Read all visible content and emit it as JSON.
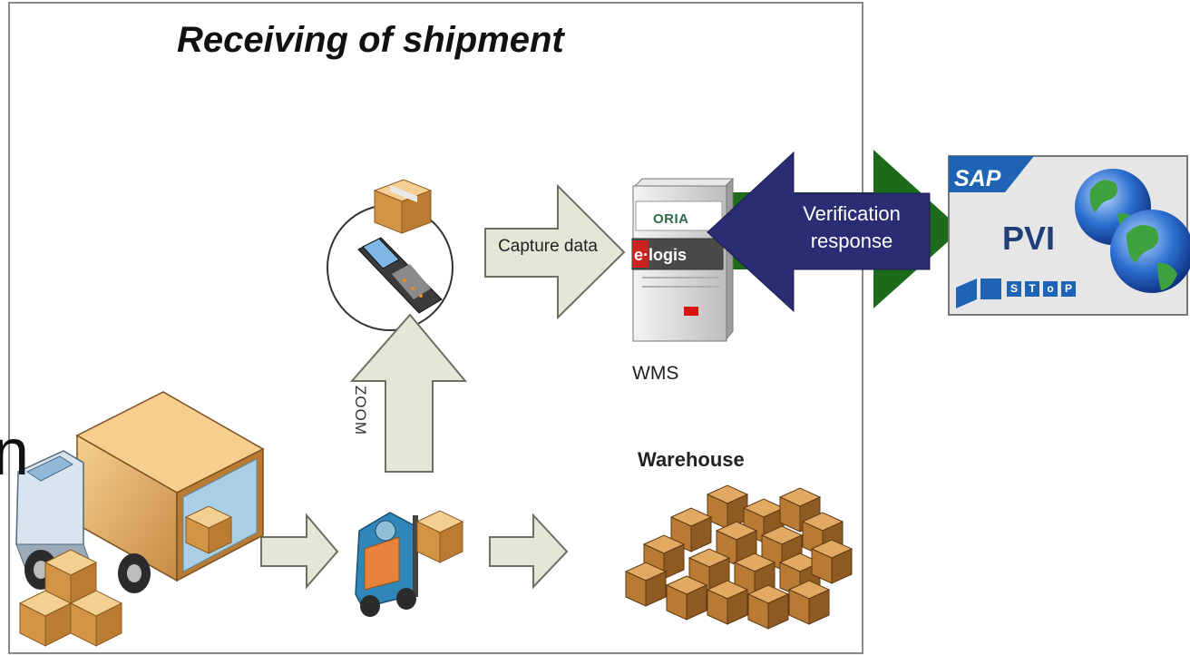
{
  "title": "Receiving of shipment",
  "partial_left_letter": "n",
  "labels": {
    "capture_data": "Capture data",
    "zoom": "ZOOM",
    "wms": "WMS",
    "warehouse": "Warehouse",
    "verification_response": "Verification response"
  },
  "wms_brand": {
    "top": "ORIA",
    "middle": "e·logis"
  },
  "pvi_panel": {
    "sap": "SAP",
    "name": "PVI",
    "stop_letters": [
      "S",
      "T",
      "o",
      "P"
    ]
  },
  "colors": {
    "frame_border": "#8a8a8a",
    "arrow_fill": "#e5e6d6",
    "arrow_stroke": "#6e6e62",
    "navy_arrow": "#2a2d73",
    "green_arrow": "#1b6b1b",
    "box_orange": "#d69a4f",
    "sap_blue": "#1f64b4",
    "pvi_panel": "#e6e6e6"
  },
  "icons": [
    "truck-icon",
    "cardboard-box-icon",
    "forklift-icon",
    "barcode-scanner-icon",
    "server-icon",
    "globe-icon",
    "warehouse-boxes-icon"
  ]
}
